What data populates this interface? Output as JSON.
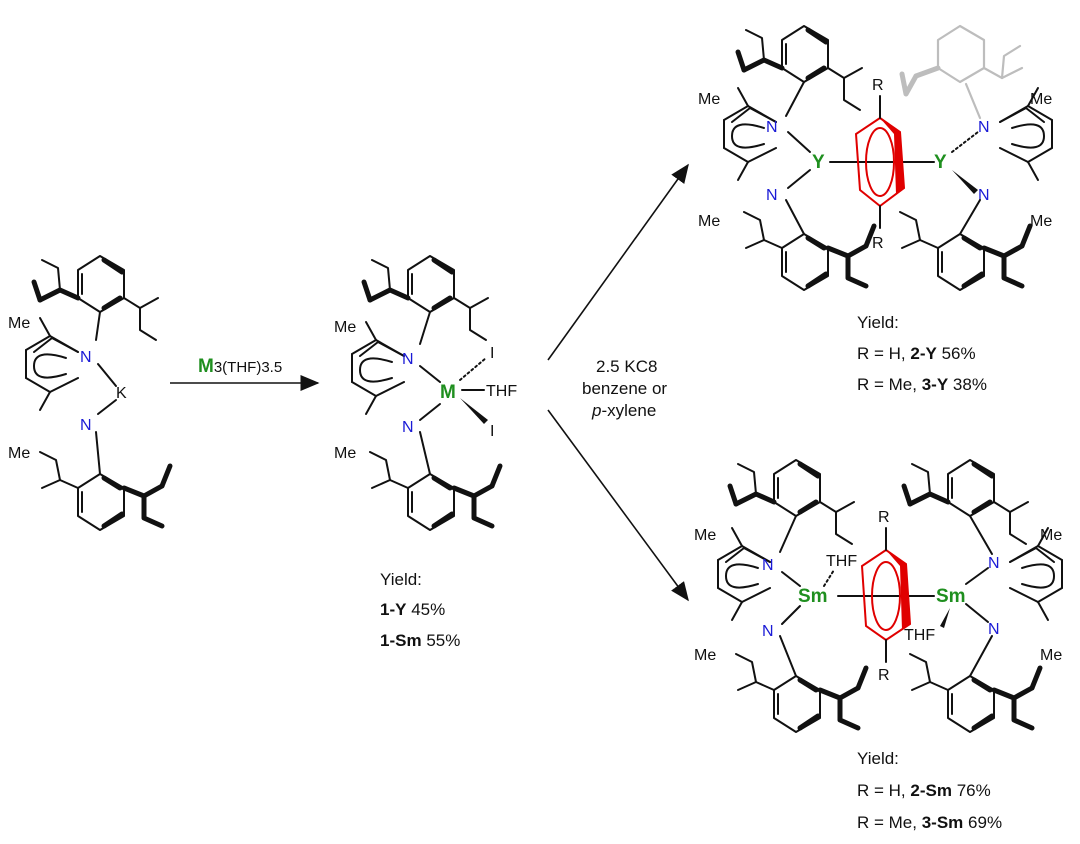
{
  "reagents": {
    "step1_metal": "M",
    "step1_rest": "3(THF)3.5",
    "step2_line1": "2.5 KC8",
    "step2_line2": "benzene or",
    "step2_line3": "p-xylene"
  },
  "atoms": {
    "N": "N",
    "K": "K",
    "Me": "Me",
    "M": "M",
    "I": "I",
    "THF": "THF",
    "Y": "Y",
    "Sm": "Sm",
    "R": "R"
  },
  "yields": {
    "heading": "Yield:",
    "c1": [
      {
        "name": "1-Y",
        "value": "45%"
      },
      {
        "name": "1-Sm",
        "value": "55%"
      }
    ],
    "c2": [
      {
        "prefix": "R = H, ",
        "name": "2-Y",
        "value": "56%"
      },
      {
        "prefix": "R = Me, ",
        "name": "3-Y",
        "value": "38%"
      }
    ],
    "c3": [
      {
        "prefix": "R = H, ",
        "name": "2-Sm",
        "value": "76%"
      },
      {
        "prefix": "R = Me, ",
        "name": "3-Sm",
        "value": "69%"
      }
    ]
  },
  "colors": {
    "nitrogen": "#1a1ad6",
    "metal": "#1f8f1f",
    "arene": "#e00000"
  }
}
